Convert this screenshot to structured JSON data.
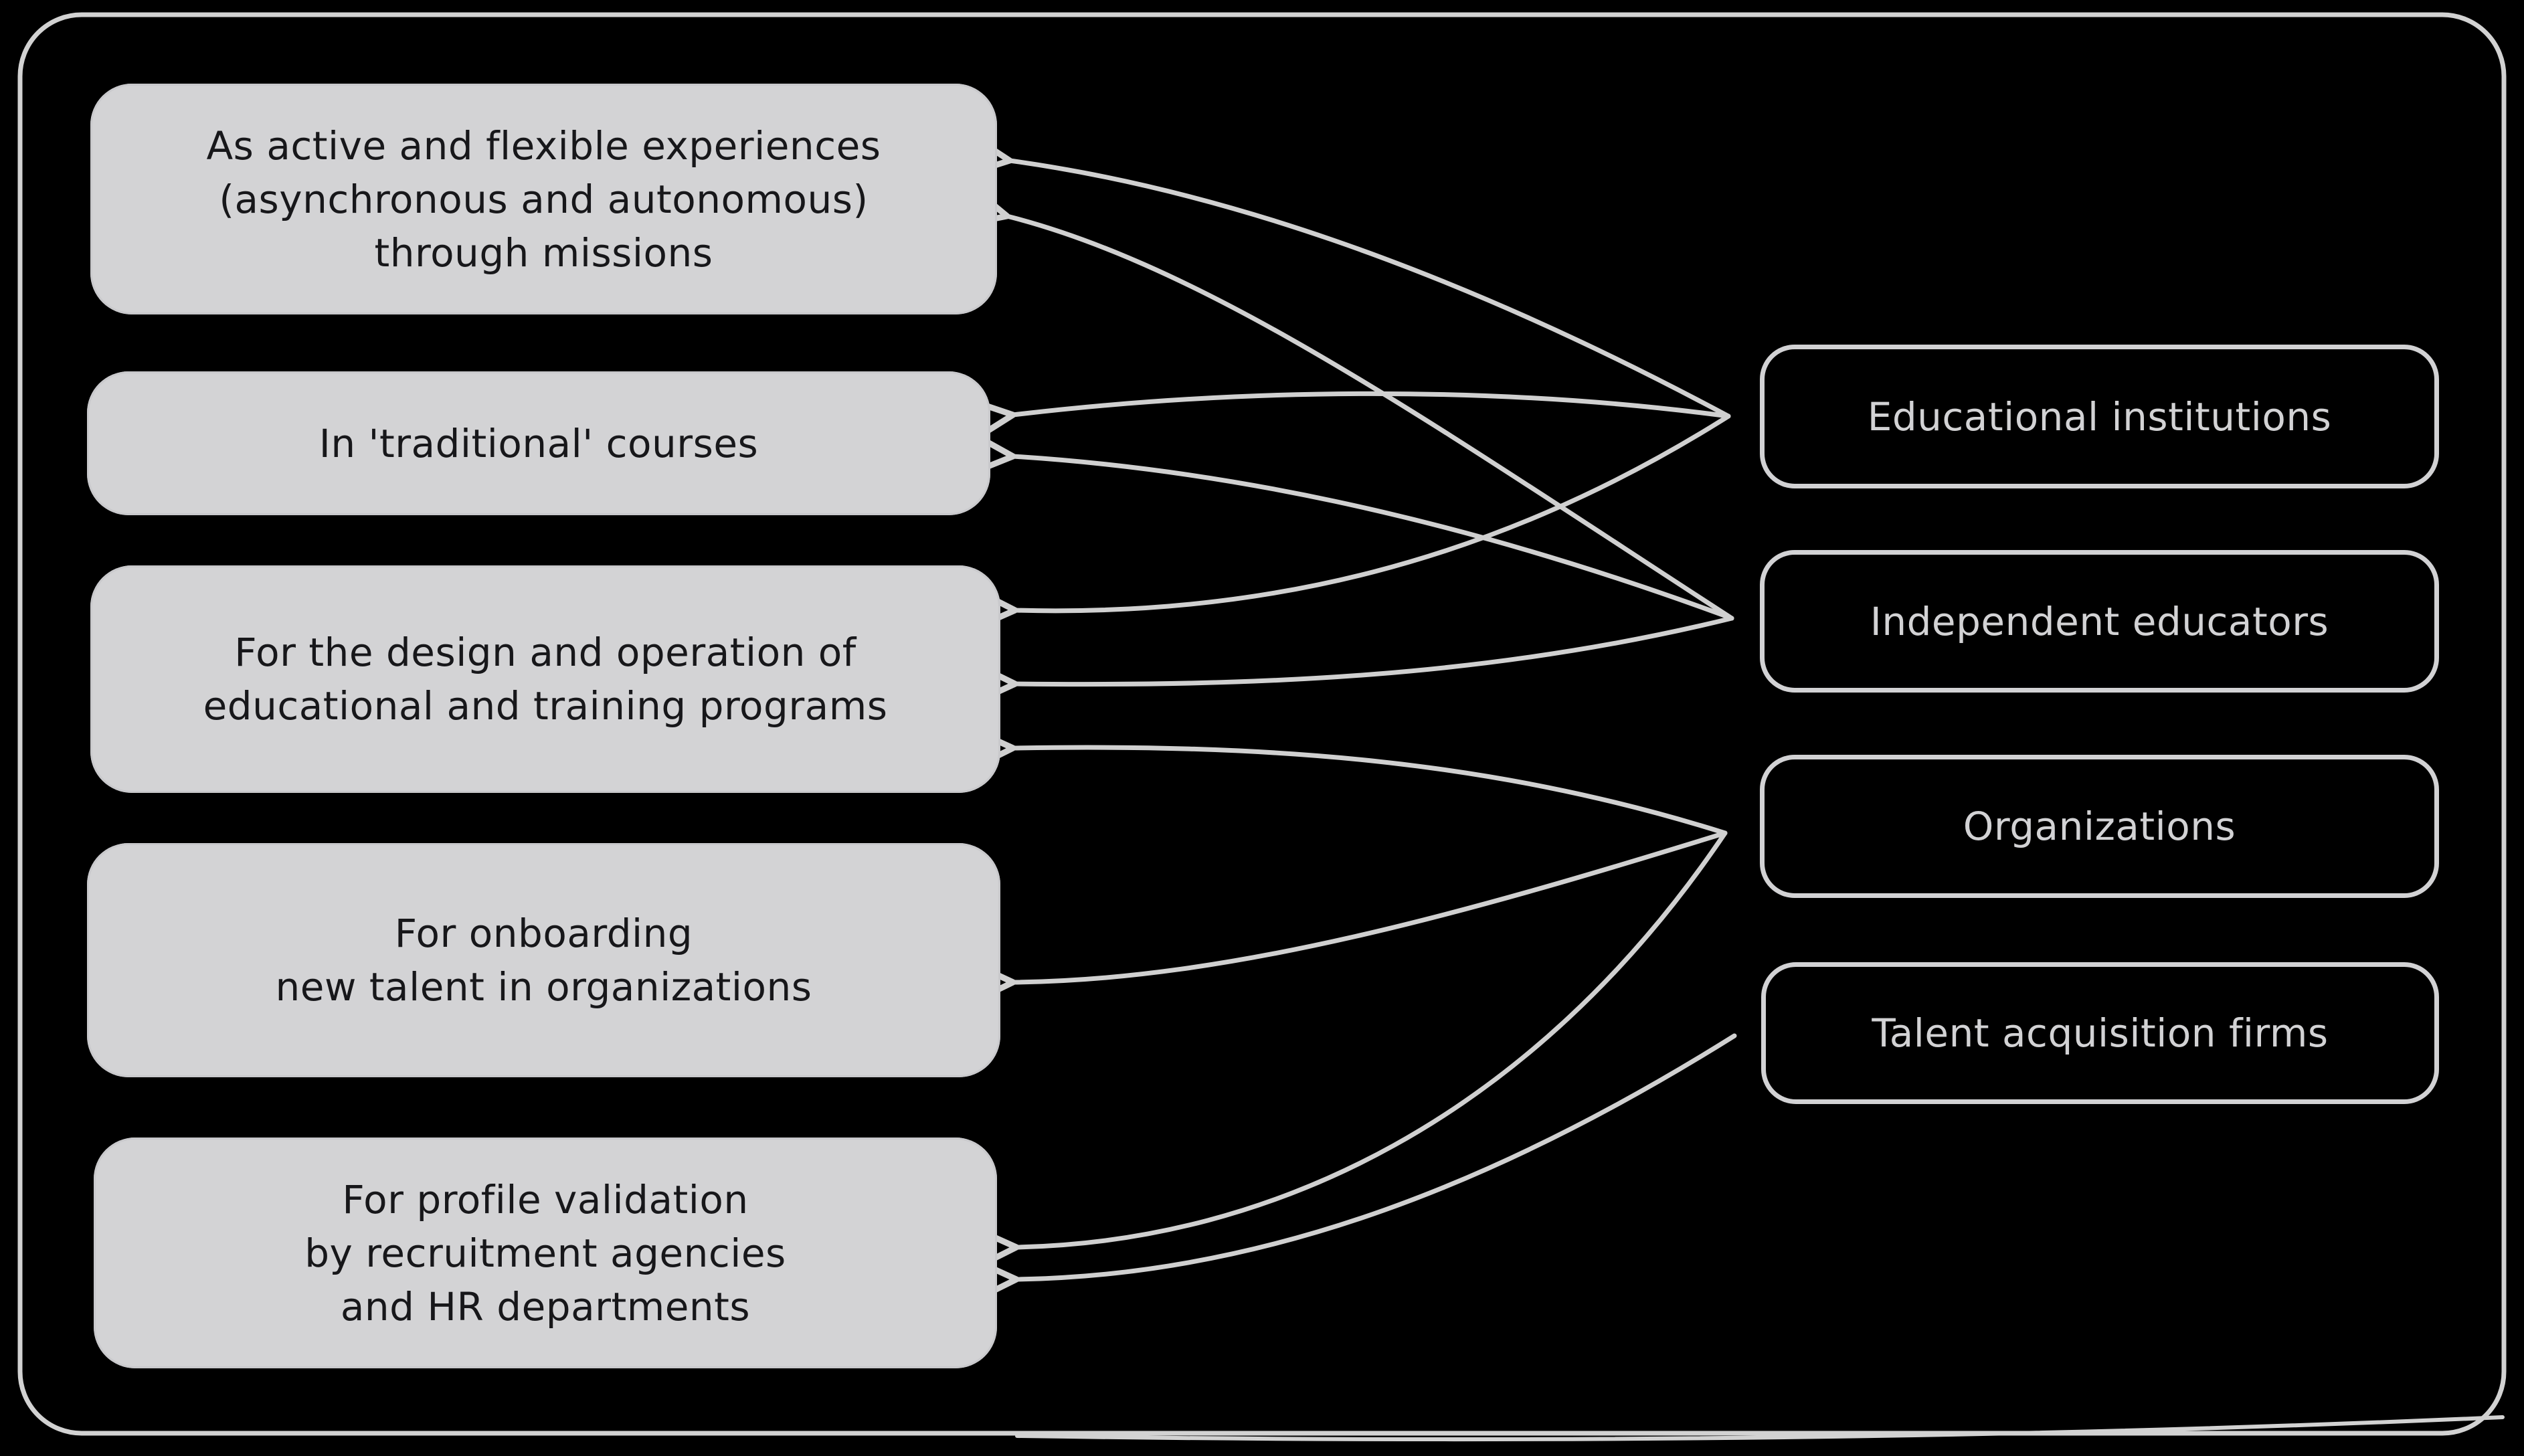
{
  "canvas": {
    "background": "#000000",
    "frame_stroke": "#d2d2d2",
    "arrow_color": "#d0d0d0",
    "left_node_fill": "#d3d3d5",
    "left_node_text": "#17171a",
    "right_node_stroke": "#d2d2d4"
  },
  "left_nodes": [
    {
      "id": "missions",
      "label": "As active and flexible experiences\n(asynchronous and autonomous)\nthrough missions"
    },
    {
      "id": "traditional-courses",
      "label": "In 'traditional' courses"
    },
    {
      "id": "program-design",
      "label": "For the design and operation of\neducational and training programs"
    },
    {
      "id": "onboarding",
      "label": "For onboarding\nnew talent in organizations"
    },
    {
      "id": "profile-validation",
      "label": "For profile validation\nby recruitment agencies\nand HR departments"
    }
  ],
  "right_nodes": [
    {
      "id": "educational-institutions",
      "label": "Educational institutions"
    },
    {
      "id": "independent-educators",
      "label": "Independent educators"
    },
    {
      "id": "organizations",
      "label": "Organizations"
    },
    {
      "id": "talent-acquisition-firms",
      "label": "Talent acquisition firms"
    }
  ],
  "edges": [
    {
      "from": "educational-institutions",
      "to": "missions"
    },
    {
      "from": "educational-institutions",
      "to": "traditional-courses"
    },
    {
      "from": "educational-institutions",
      "to": "program-design"
    },
    {
      "from": "independent-educators",
      "to": "missions"
    },
    {
      "from": "independent-educators",
      "to": "traditional-courses"
    },
    {
      "from": "independent-educators",
      "to": "program-design"
    },
    {
      "from": "organizations",
      "to": "program-design"
    },
    {
      "from": "organizations",
      "to": "onboarding"
    },
    {
      "from": "organizations",
      "to": "profile-validation"
    },
    {
      "from": "talent-acquisition-firms",
      "to": "profile-validation"
    }
  ]
}
